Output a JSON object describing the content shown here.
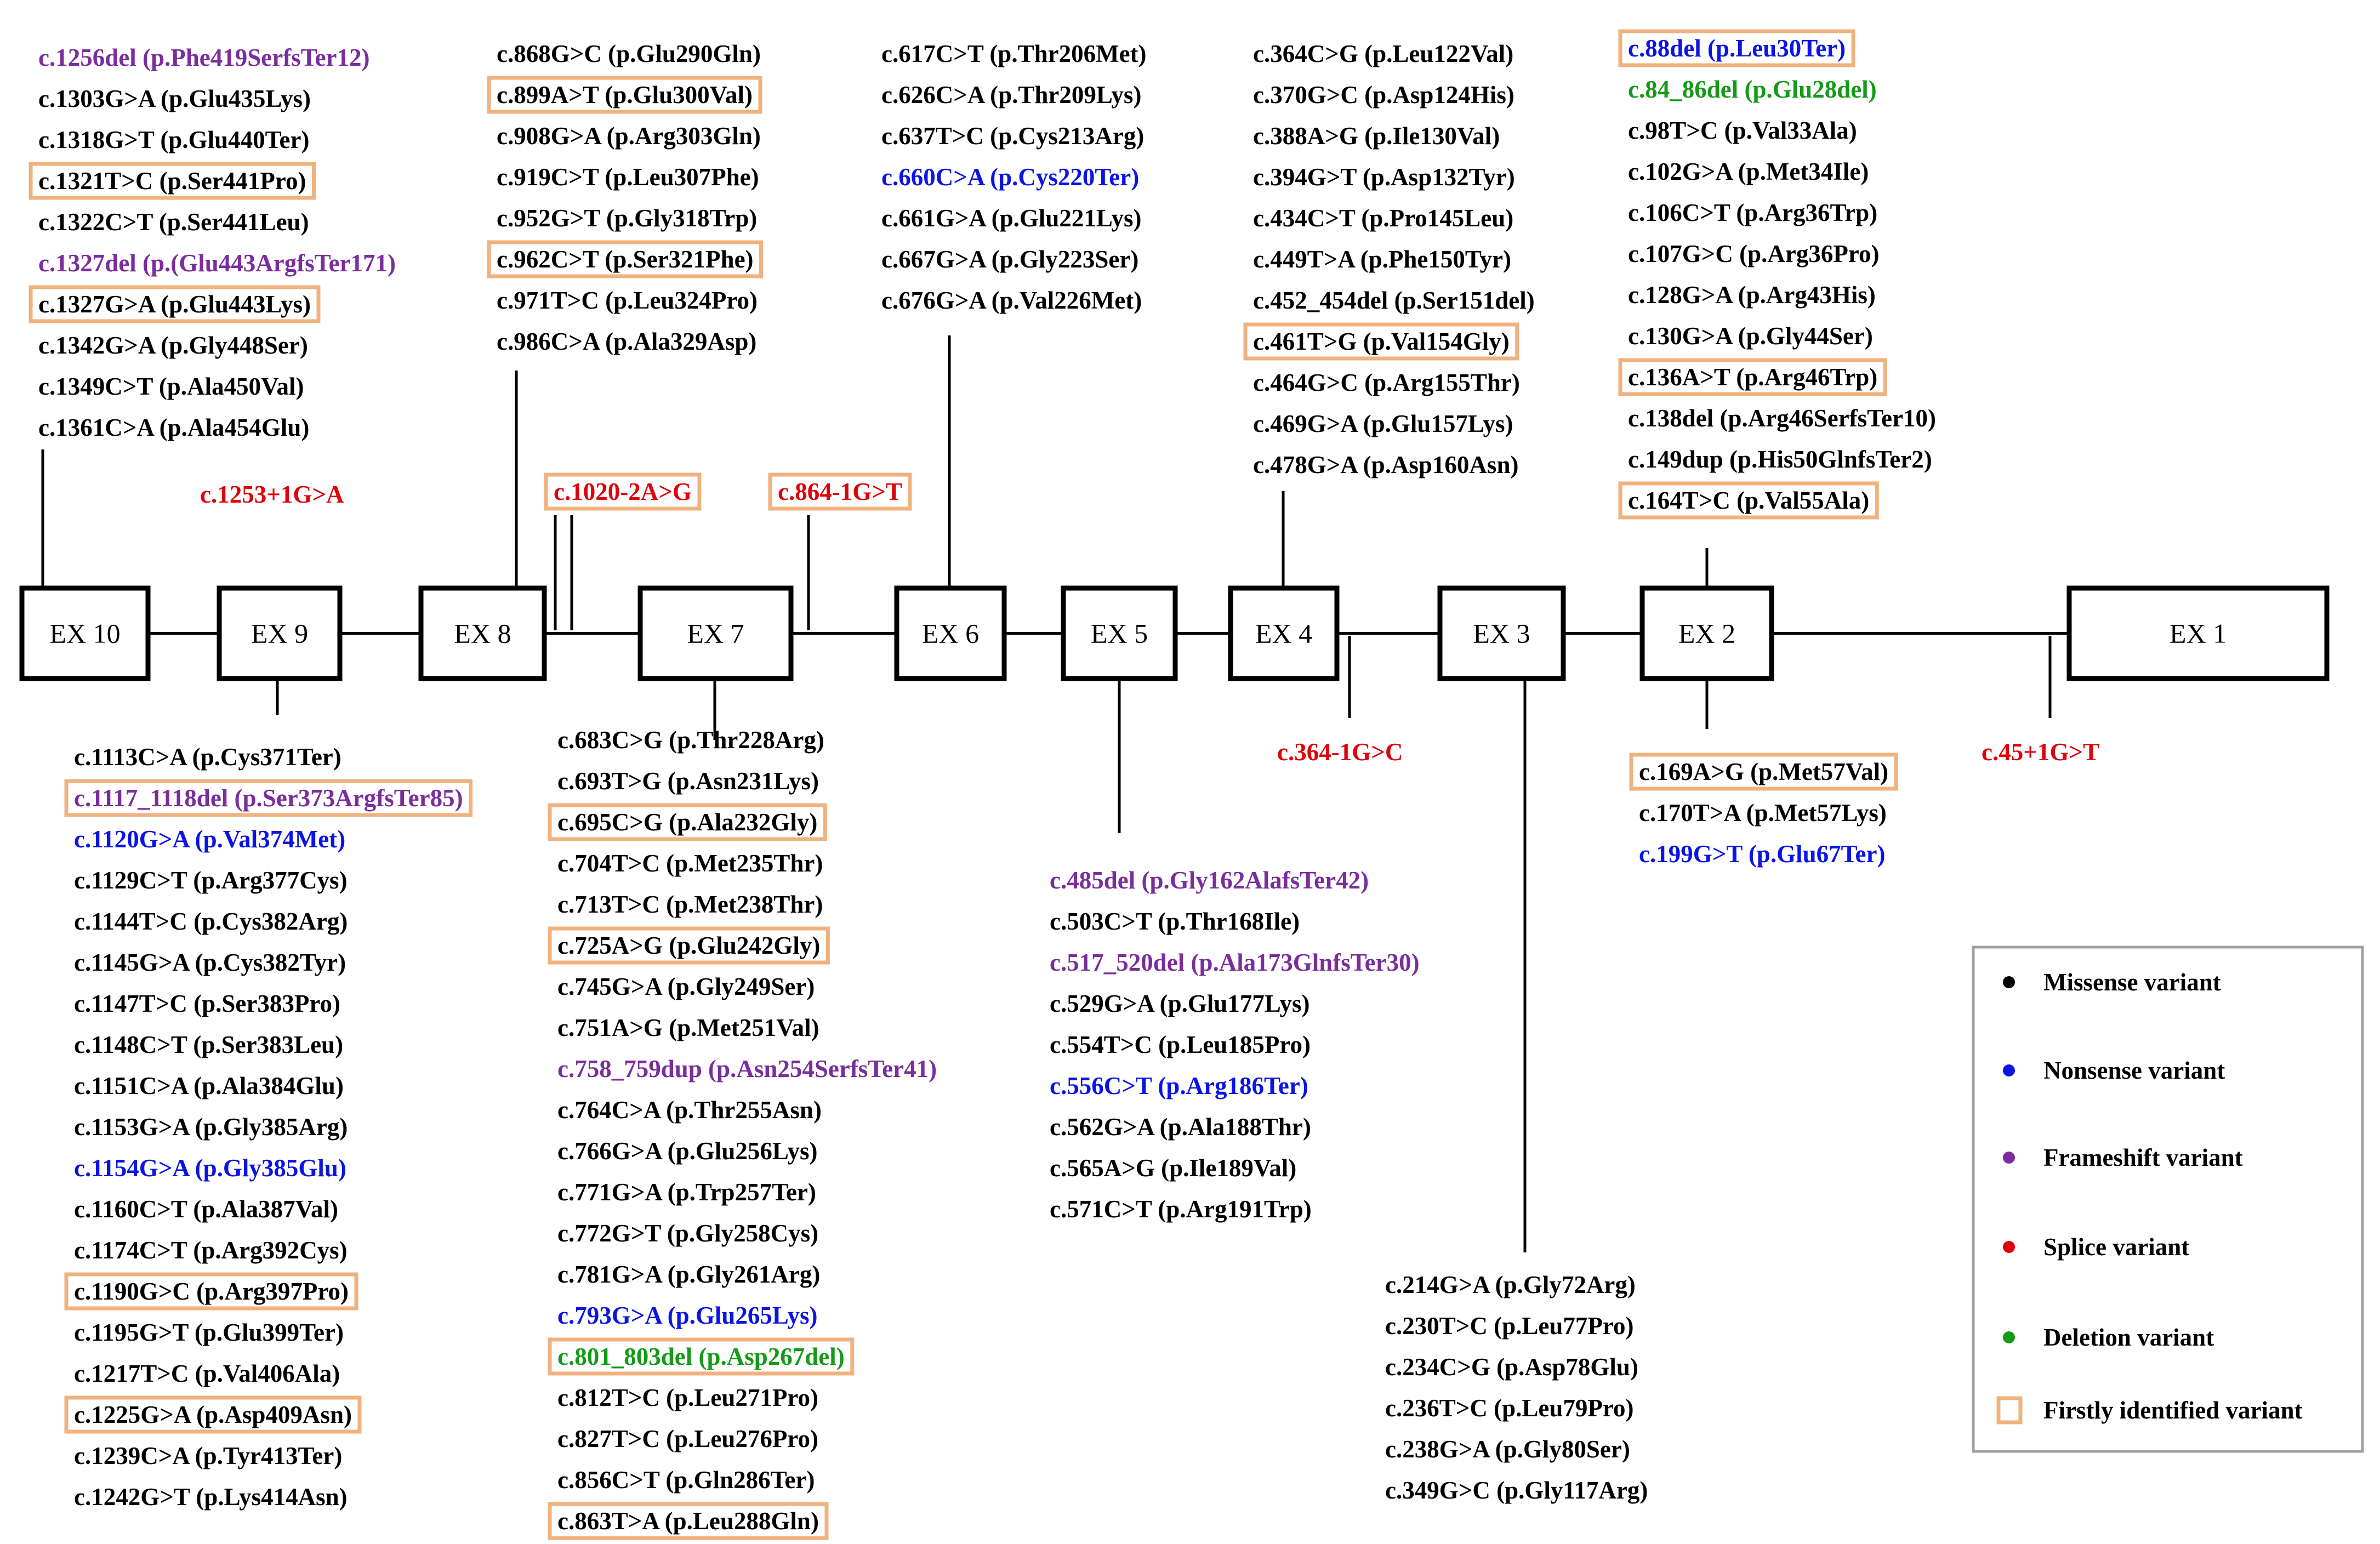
{
  "colors": {
    "missense": "#000000",
    "nonsense": "#0b14e6",
    "frameshift": "#7a2d9c",
    "splice": "#e0000a",
    "deletion": "#139a16",
    "first_box": "#f0b27e",
    "legend_border": "#a0a0a0"
  },
  "exons": [
    "EX 10",
    "EX 9",
    "EX 8",
    "EX 7",
    "EX 6",
    "EX 5",
    "EX 4",
    "EX 3",
    "EX 2",
    "EX 1"
  ],
  "legend": [
    {
      "key": "missense",
      "label": "Missense variant",
      "marker": "dot"
    },
    {
      "key": "nonsense",
      "label": "Nonsense variant",
      "marker": "dot"
    },
    {
      "key": "frameshift",
      "label": "Frameshift variant",
      "marker": "dot"
    },
    {
      "key": "splice",
      "label": "Splice variant",
      "marker": "dot"
    },
    {
      "key": "deletion",
      "label": "Deletion variant",
      "marker": "dot"
    },
    {
      "key": "first",
      "label": "Firstly identified variant",
      "marker": "box"
    }
  ],
  "groups": [
    {
      "exon": "EX 10",
      "variants": [
        {
          "t": "c.1256del (p.Phe419SerfsTer12)",
          "k": "frameshift"
        },
        {
          "t": "c.1303G>A (p.Glu435Lys)",
          "k": "missense"
        },
        {
          "t": "c.1318G>T (p.Glu440Ter)",
          "k": "missense"
        },
        {
          "t": "c.1321T>C (p.Ser441Pro)",
          "k": "missense",
          "first": true
        },
        {
          "t": "c.1322C>T (p.Ser441Leu)",
          "k": "missense"
        },
        {
          "t": "c.1327del (p.(Glu443ArgfsTer171)",
          "k": "frameshift"
        },
        {
          "t": "c.1327G>A (p.Glu443Lys)",
          "k": "missense",
          "first": true
        },
        {
          "t": "c.1342G>A (p.Gly448Ser)",
          "k": "missense"
        },
        {
          "t": "c.1349C>T (p.Ala450Val)",
          "k": "missense"
        },
        {
          "t": "c.1361C>A (p.Ala454Glu)",
          "k": "missense"
        }
      ]
    },
    {
      "exon": "EX 8",
      "variants": [
        {
          "t": "c.868G>C (p.Glu290Gln)",
          "k": "missense"
        },
        {
          "t": "c.899A>T (p.Glu300Val)",
          "k": "missense",
          "first": true
        },
        {
          "t": "c.908G>A (p.Arg303Gln)",
          "k": "missense"
        },
        {
          "t": "c.919C>T (p.Leu307Phe)",
          "k": "missense"
        },
        {
          "t": "c.952G>T (p.Gly318Trp)",
          "k": "missense"
        },
        {
          "t": "c.962C>T (p.Ser321Phe)",
          "k": "missense",
          "first": true
        },
        {
          "t": "c.971T>C (p.Leu324Pro)",
          "k": "missense"
        },
        {
          "t": "c.986C>A (p.Ala329Asp)",
          "k": "missense"
        }
      ]
    },
    {
      "exon": "EX 6",
      "variants": [
        {
          "t": "c.617C>T (p.Thr206Met)",
          "k": "missense"
        },
        {
          "t": "c.626C>A (p.Thr209Lys)",
          "k": "missense"
        },
        {
          "t": "c.637T>C (p.Cys213Arg)",
          "k": "missense"
        },
        {
          "t": "c.660C>A (p.Cys220Ter)",
          "k": "nonsense"
        },
        {
          "t": "c.661G>A (p.Glu221Lys)",
          "k": "missense"
        },
        {
          "t": "c.667G>A (p.Gly223Ser)",
          "k": "missense"
        },
        {
          "t": "c.676G>A (p.Val226Met)",
          "k": "missense"
        }
      ]
    },
    {
      "exon": "EX 4",
      "variants": [
        {
          "t": "c.364C>G (p.Leu122Val)",
          "k": "missense"
        },
        {
          "t": "c.370G>C (p.Asp124His)",
          "k": "missense"
        },
        {
          "t": "c.388A>G (p.Ile130Val)",
          "k": "missense"
        },
        {
          "t": "c.394G>T (p.Asp132Tyr)",
          "k": "missense"
        },
        {
          "t": "c.434C>T (p.Pro145Leu)",
          "k": "missense"
        },
        {
          "t": "c.449T>A (p.Phe150Tyr)",
          "k": "missense"
        },
        {
          "t": "c.452_454del (p.Ser151del)",
          "k": "missense"
        },
        {
          "t": "c.461T>G (p.Val154Gly)",
          "k": "missense",
          "first": true
        },
        {
          "t": "c.464G>C (p.Arg155Thr)",
          "k": "missense"
        },
        {
          "t": "c.469G>A (p.Glu157Lys)",
          "k": "missense"
        },
        {
          "t": "c.478G>A (p.Asp160Asn)",
          "k": "missense"
        }
      ]
    },
    {
      "exon": "EX 2",
      "variants": [
        {
          "t": "c.88del (p.Leu30Ter)",
          "k": "nonsense",
          "first": true
        },
        {
          "t": "c.84_86del (p.Glu28del)",
          "k": "deletion"
        },
        {
          "t": "c.98T>C (p.Val33Ala)",
          "k": "missense"
        },
        {
          "t": "c.102G>A (p.Met34Ile)",
          "k": "missense"
        },
        {
          "t": "c.106C>T (p.Arg36Trp)",
          "k": "missense"
        },
        {
          "t": "c.107G>C (p.Arg36Pro)",
          "k": "missense"
        },
        {
          "t": "c.128G>A (p.Arg43His)",
          "k": "missense"
        },
        {
          "t": "c.130G>A (p.Gly44Ser)",
          "k": "missense"
        },
        {
          "t": "c.136A>T (p.Arg46Trp)",
          "k": "missense",
          "first": true
        },
        {
          "t": "c.138del (p.Arg46SerfsTer10)",
          "k": "missense"
        },
        {
          "t": "c.149dup (p.His50GlnfsTer2)",
          "k": "missense"
        },
        {
          "t": "c.164T>C (p.Val55Ala)",
          "k": "missense",
          "first": true
        }
      ]
    },
    {
      "exon": "EX 9",
      "variants": [
        {
          "t": "c.1113C>A (p.Cys371Ter)",
          "k": "missense"
        },
        {
          "t": "c.1117_1118del (p.Ser373ArgfsTer85)",
          "k": "frameshift",
          "first": true
        },
        {
          "t": "c.1120G>A (p.Val374Met)",
          "k": "nonsense"
        },
        {
          "t": "c.1129C>T (p.Arg377Cys)",
          "k": "missense"
        },
        {
          "t": "c.1144T>C (p.Cys382Arg)",
          "k": "missense"
        },
        {
          "t": "c.1145G>A (p.Cys382Tyr)",
          "k": "missense"
        },
        {
          "t": "c.1147T>C (p.Ser383Pro)",
          "k": "missense"
        },
        {
          "t": "c.1148C>T (p.Ser383Leu)",
          "k": "missense"
        },
        {
          "t": "c.1151C>A (p.Ala384Glu)",
          "k": "missense"
        },
        {
          "t": "c.1153G>A (p.Gly385Arg)",
          "k": "missense"
        },
        {
          "t": "c.1154G>A (p.Gly385Glu)",
          "k": "nonsense"
        },
        {
          "t": "c.1160C>T (p.Ala387Val)",
          "k": "missense"
        },
        {
          "t": "c.1174C>T (p.Arg392Cys)",
          "k": "missense"
        },
        {
          "t": "c.1190G>C (p.Arg397Pro)",
          "k": "missense",
          "first": true
        },
        {
          "t": "c.1195G>T (p.Glu399Ter)",
          "k": "missense"
        },
        {
          "t": "c.1217T>C (p.Val406Ala)",
          "k": "missense"
        },
        {
          "t": "c.1225G>A (p.Asp409Asn)",
          "k": "missense",
          "first": true
        },
        {
          "t": "c.1239C>A (p.Tyr413Ter)",
          "k": "missense"
        },
        {
          "t": "c.1242G>T (p.Lys414Asn)",
          "k": "missense"
        }
      ]
    },
    {
      "exon": "EX 7",
      "variants": [
        {
          "t": "c.683C>G (p.Thr228Arg)",
          "k": "missense"
        },
        {
          "t": "c.693T>G (p.Asn231Lys)",
          "k": "missense"
        },
        {
          "t": "c.695C>G (p.Ala232Gly)",
          "k": "missense",
          "first": true
        },
        {
          "t": "c.704T>C (p.Met235Thr)",
          "k": "missense"
        },
        {
          "t": "c.713T>C (p.Met238Thr)",
          "k": "missense"
        },
        {
          "t": "c.725A>G (p.Glu242Gly)",
          "k": "missense",
          "first": true
        },
        {
          "t": "c.745G>A (p.Gly249Ser)",
          "k": "missense"
        },
        {
          "t": "c.751A>G (p.Met251Val)",
          "k": "missense"
        },
        {
          "t": "c.758_759dup (p.Asn254SerfsTer41)",
          "k": "frameshift"
        },
        {
          "t": "c.764C>A  (p.Thr255Asn)",
          "k": "missense"
        },
        {
          "t": "c.766G>A (p.Glu256Lys)",
          "k": "missense"
        },
        {
          "t": "c.771G>A (p.Trp257Ter)",
          "k": "missense"
        },
        {
          "t": "c.772G>T (p.Gly258Cys)",
          "k": "missense"
        },
        {
          "t": "c.781G>A (p.Gly261Arg)",
          "k": "missense"
        },
        {
          "t": "c.793G>A (p.Glu265Lys)",
          "k": "nonsense"
        },
        {
          "t": "c.801_803del (p.Asp267del)",
          "k": "deletion",
          "first": true
        },
        {
          "t": "c.812T>C (p.Leu271Pro)",
          "k": "missense"
        },
        {
          "t": "c.827T>C (p.Leu276Pro)",
          "k": "missense"
        },
        {
          "t": "c.856C>T (p.Gln286Ter)",
          "k": "missense"
        },
        {
          "t": "c.863T>A (p.Leu288Gln)",
          "k": "missense",
          "first": true
        }
      ]
    },
    {
      "exon": "EX 5",
      "variants": [
        {
          "t": "c.485del (p.Gly162AlafsTer42)",
          "k": "frameshift"
        },
        {
          "t": "c.503C>T (p.Thr168Ile)",
          "k": "missense"
        },
        {
          "t": "c.517_520del (p.Ala173GlnfsTer30)",
          "k": "frameshift"
        },
        {
          "t": "c.529G>A (p.Glu177Lys)",
          "k": "missense"
        },
        {
          "t": "c.554T>C (p.Leu185Pro)",
          "k": "missense"
        },
        {
          "t": "c.556C>T (p.Arg186Ter)",
          "k": "nonsense"
        },
        {
          "t": "c.562G>A (p.Ala188Thr)",
          "k": "missense"
        },
        {
          "t": "c.565A>G (p.Ile189Val)",
          "k": "missense"
        },
        {
          "t": "c.571C>T (p.Arg191Trp)",
          "k": "missense"
        }
      ]
    },
    {
      "exon": "EX 3",
      "variants": [
        {
          "t": "c.214G>A (p.Gly72Arg)",
          "k": "missense"
        },
        {
          "t": "c.230T>C (p.Leu77Pro)",
          "k": "missense"
        },
        {
          "t": "c.234C>G (p.Asp78Glu)",
          "k": "missense"
        },
        {
          "t": "c.236T>C (p.Leu79Pro)",
          "k": "missense"
        },
        {
          "t": "c.238G>A (p.Gly80Ser)",
          "k": "missense"
        },
        {
          "t": "c.349G>C (p.Gly117Arg)",
          "k": "missense"
        }
      ]
    },
    {
      "exon": "EX 2",
      "variants": [
        {
          "t": "c.169A>G (p.Met57Val)",
          "k": "missense",
          "first": true
        },
        {
          "t": "c.170T>A (p.Met57Lys)",
          "k": "missense"
        },
        {
          "t": "c.199G>T (p.Glu67Ter)",
          "k": "nonsense"
        }
      ]
    }
  ],
  "splice": [
    {
      "t": "c.1253+1G>A",
      "first": false
    },
    {
      "t": "c.1020-2A>G",
      "first": true
    },
    {
      "t": "c.864-1G>T",
      "first": true
    },
    {
      "t": "c.364-1G>C",
      "first": false
    },
    {
      "t": "c.45+1G>T",
      "first": false
    }
  ]
}
